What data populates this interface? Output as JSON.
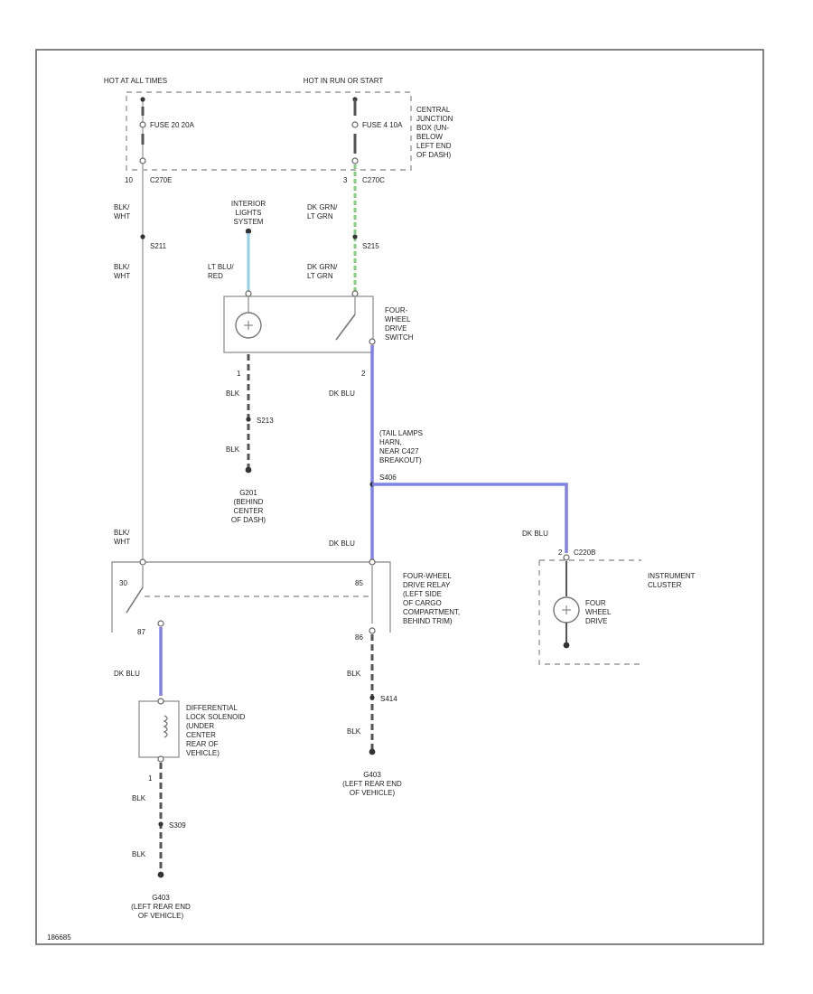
{
  "labels": {
    "hot_at_all_times": "HOT AT ALL TIMES",
    "hot_in_run": "HOT IN RUN OR START",
    "fuse_a": "FUSE 20 20A",
    "fuse_b": "FUSE 4 10A",
    "cjb": [
      "CENTRAL",
      "JUNCTION",
      "BOX (UN-",
      "BELOW",
      "LEFT END",
      "OF DASH)"
    ],
    "c270e_pin": "10",
    "c270e": "C270E",
    "c270c_pin": "3",
    "c270c": "C270C",
    "wire_blk_wht_1": [
      "BLK/",
      "WHT"
    ],
    "wire_dkgrn_1": [
      "DK GRN/",
      "LT GRN"
    ],
    "s211": "S211",
    "s215": "S215",
    "wire_blk_wht_2": [
      "BLK/",
      "WHT"
    ],
    "interior_lights": [
      "INTERIOR",
      "LIGHTS",
      "SYSTEM"
    ],
    "wire_ltblu_red": [
      "LT BLU/",
      "RED"
    ],
    "wire_dkgrn_2": [
      "DK GRN/",
      "LT GRN"
    ],
    "fwd_switch": [
      "FOUR-",
      "WHEEL",
      "DRIVE",
      "SWITCH"
    ],
    "pin_1": "1",
    "pin_2": "2",
    "wire_blk_1": "BLK",
    "wire_dkblu_1": "DK BLU",
    "s213": "S213",
    "wire_blk_2": "BLK",
    "g201": [
      "G201",
      "(BEHIND",
      "CENTER",
      "OF DASH)"
    ],
    "tail_lamps": [
      "(TAIL LAMPS",
      "HARN,",
      "NEAR C427",
      "BREAKOUT)",
      "S406"
    ],
    "wire_blk_wht_3": [
      "BLK/",
      "WHT"
    ],
    "wire_dkblu_2": "DK BLU",
    "wire_dkblu_3": "DK BLU",
    "c220b_pin": "2",
    "c220b": "C220B",
    "instrument_cluster": [
      "INSTRUMENT",
      "CLUSTER"
    ],
    "four_wheel_drive_lamp": [
      "FOUR",
      "WHEEL",
      "DRIVE"
    ],
    "relay": [
      "FOUR-WHEEL",
      "DRIVE RELAY",
      "(LEFT SIDE",
      "OF CARGO",
      "COMPARTMENT,",
      "BEHIND TRIM)"
    ],
    "relay_pin_30": "30",
    "relay_pin_85": "85",
    "relay_pin_87": "87",
    "relay_pin_86": "86",
    "wire_dkblu_4": "DK BLU",
    "wire_blk_3": "BLK",
    "s414": "S414",
    "wire_blk_4": "BLK",
    "solenoid": [
      "DIFFERENTIAL",
      "LOCK SOLENOID",
      "(UNDER",
      "CENTER",
      "REAR OF",
      "VEHICLE)"
    ],
    "g403_a": [
      "G403",
      "(LEFT REAR END",
      "OF VEHICLE)"
    ],
    "pin_1b": "1",
    "wire_blk_5": "BLK",
    "s309": "S309",
    "wire_blk_6": "BLK",
    "g403_b": [
      "G403",
      "(LEFT REAR END",
      "OF VEHICLE)"
    ],
    "diagram_id": "186685"
  }
}
